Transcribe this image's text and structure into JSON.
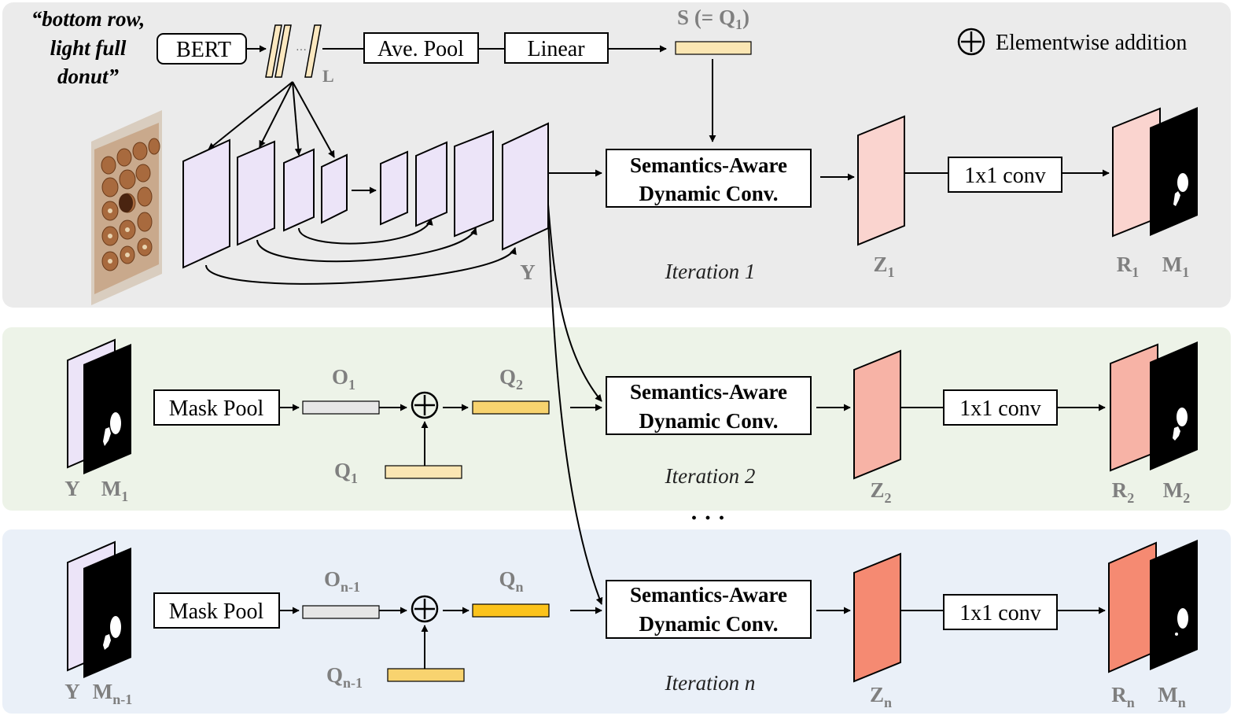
{
  "caption": {
    "quote_line1": "“bottom row,",
    "quote_line2": "light full",
    "quote_line3": "donut”"
  },
  "legend": {
    "icon": "circled-plus-icon",
    "label": "Elementwise addition"
  },
  "text_encoder": {
    "bert_label": "BERT",
    "layer_letter": "L",
    "dots": "···",
    "pool_label": "Ave. Pool",
    "linear_label": "Linear",
    "sentence_label": "S (= Q",
    "sentence_sub": "1",
    "sentence_close": ")"
  },
  "iteration1": {
    "sadc_line1": "Semantics-Aware",
    "sadc_line2": "Dynamic Conv.",
    "conv_label": "1x1 conv",
    "iter_label": "Iteration 1",
    "y_label": "Y",
    "z_label": "Z",
    "z_sub": "1",
    "r_label": "R",
    "r_sub": "1",
    "m_label": "M",
    "m_sub": "1"
  },
  "iteration2": {
    "y_label": "Y",
    "m_in_label": "M",
    "m_in_sub": "1",
    "mask_pool_label": "Mask Pool",
    "o_label": "O",
    "o_sub": "1",
    "q_prev_label": "Q",
    "q_prev_sub": "1",
    "q_label": "Q",
    "q_sub": "2",
    "sadc_line1": "Semantics-Aware",
    "sadc_line2": "Dynamic Conv.",
    "conv_label": "1x1 conv",
    "iter_label": "Iteration 2",
    "z_label": "Z",
    "z_sub": "2",
    "r_label": "R",
    "r_sub": "2",
    "m_label": "M",
    "m_sub": "2"
  },
  "ellipsis": "· · ·",
  "iterationN": {
    "y_label": "Y",
    "m_in_label": "M",
    "m_in_sub": "n-1",
    "mask_pool_label": "Mask Pool",
    "o_label": "O",
    "o_sub": "n-1",
    "q_prev_label": "Q",
    "q_prev_sub": "n-1",
    "q_label": "Q",
    "q_sub": "n",
    "sadc_line1": "Semantics-Aware",
    "sadc_line2": "Dynamic Conv.",
    "conv_label": "1x1 conv",
    "iter_label": "Iteration n",
    "z_label": "Z",
    "z_sub": "n",
    "r_label": "R",
    "r_sub": "n",
    "m_label": "M",
    "m_sub": "n"
  },
  "colors": {
    "panel1_bg": "#ebebeb",
    "panel2_bg": "#edf3e8",
    "panelN_bg": "#eaf0f8",
    "unet_fill": "#ece4f8",
    "token_fill": "#fbe8c0",
    "query_light": "#fbe6b3",
    "query_mid": "#f8d36f",
    "query_strong": "#fbc31c",
    "o_fill": "#e6e6e6",
    "z1_fill": "#fad4cf",
    "z2_fill": "#f7b3a6",
    "zn_fill": "#f58a72"
  }
}
